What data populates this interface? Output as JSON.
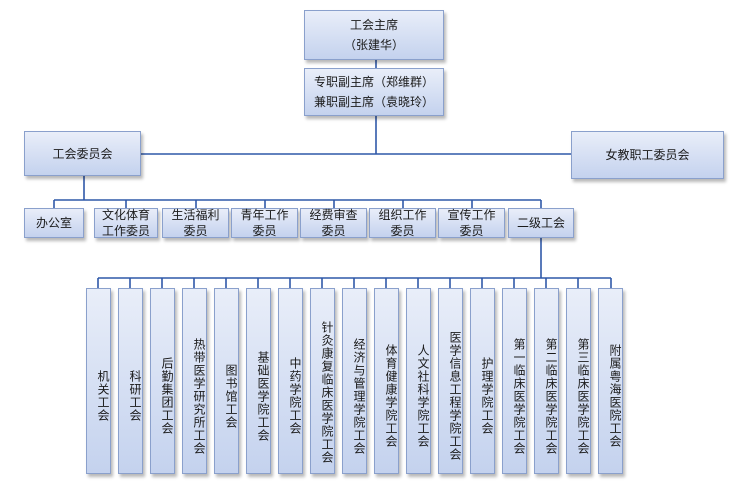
{
  "chairman": {
    "title": "工会主席",
    "name": "（张建华）"
  },
  "vice_chairs": {
    "line1": "专职副主席（郑维群）",
    "line2": "兼职副主席（袁晓玲）"
  },
  "committee": "工会委员会",
  "women_committee": "女教职工委员会",
  "departments": [
    {
      "line1": "办公室",
      "line2": ""
    },
    {
      "line1": "文化体育",
      "line2": "工作委员"
    },
    {
      "line1": "生活福利",
      "line2": "委员"
    },
    {
      "line1": "青年工作",
      "line2": "委员"
    },
    {
      "line1": "经费审查",
      "line2": "委员"
    },
    {
      "line1": "组织工作",
      "line2": "委员"
    },
    {
      "line1": "宣传工作",
      "line2": "委员"
    },
    {
      "line1": "二级工会",
      "line2": ""
    }
  ],
  "unions": [
    "机关工会",
    "科研工会",
    "后勤集团工会",
    "热带医学研究所工会",
    "图书馆工会",
    "基础医学院工会",
    "中药学院工会",
    "针灸康复临床医学院工会",
    "经济与管理学院工会",
    "体育健康学院工会",
    "人文社科学院工会",
    "医学信息工程学院工会",
    "护理学院工会",
    "第一临床医学院工会",
    "第二临床医学院工会",
    "第三临床医学院工会",
    "附属粤海医院工会"
  ]
}
